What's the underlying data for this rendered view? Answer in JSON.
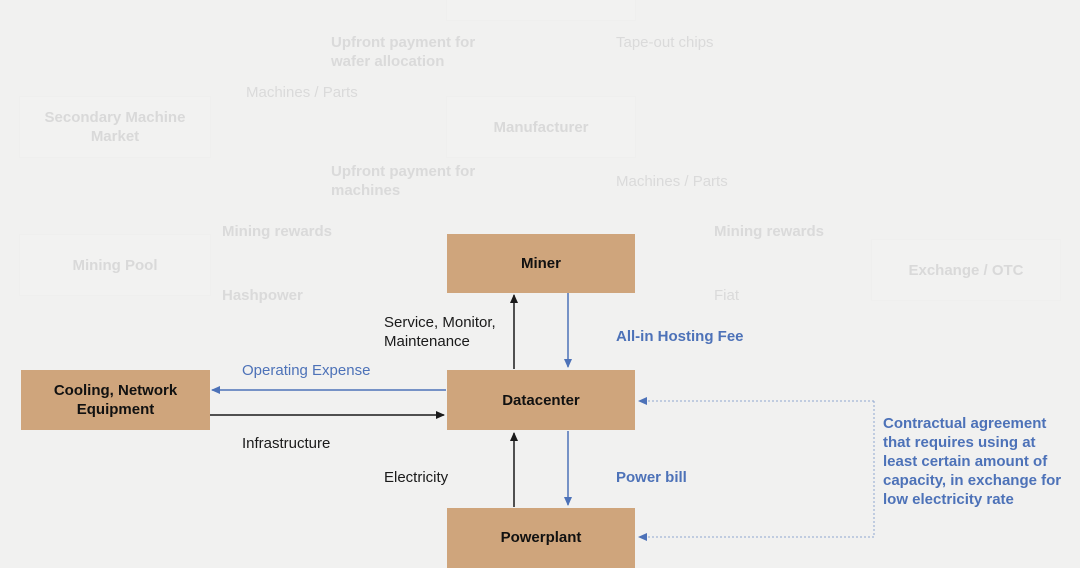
{
  "colors": {
    "background": "#f1f1f0",
    "active_box": "#cfa57c",
    "faded_text": "#dadada",
    "dark_text": "#1a1a1a",
    "blue": "#4d72b8"
  },
  "faded_nodes": {
    "secondary_market": "Secondary Machine Market",
    "manufacturer": "Manufacturer",
    "mining_pool": "Mining Pool",
    "exchange": "Exchange / OTC"
  },
  "faded_labels": {
    "upfront_wafer": "Upfront payment for wafer allocation",
    "tapeout": "Tape-out chips",
    "machines_parts_left": "Machines / Parts",
    "upfront_machines": "Upfront payment for machines",
    "machines_parts_right": "Machines / Parts",
    "mining_rewards_left": "Mining rewards",
    "hashpower": "Hashpower",
    "mining_rewards_right": "Mining rewards",
    "fiat": "Fiat"
  },
  "nodes": {
    "miner": "Miner",
    "datacenter": "Datacenter",
    "cooling": "Cooling, Network Equipment",
    "powerplant": "Powerplant"
  },
  "flows": {
    "service": "Service, Monitor, Maintenance",
    "hosting_fee": "All-in Hosting Fee",
    "operating_expense": "Operating Expense",
    "infrastructure": "Infrastructure",
    "electricity": "Electricity",
    "power_bill": "Power bill"
  },
  "note": {
    "contract": "Contractual agreement that requires using at least certain amount of capacity, in exchange for low electricity rate"
  }
}
